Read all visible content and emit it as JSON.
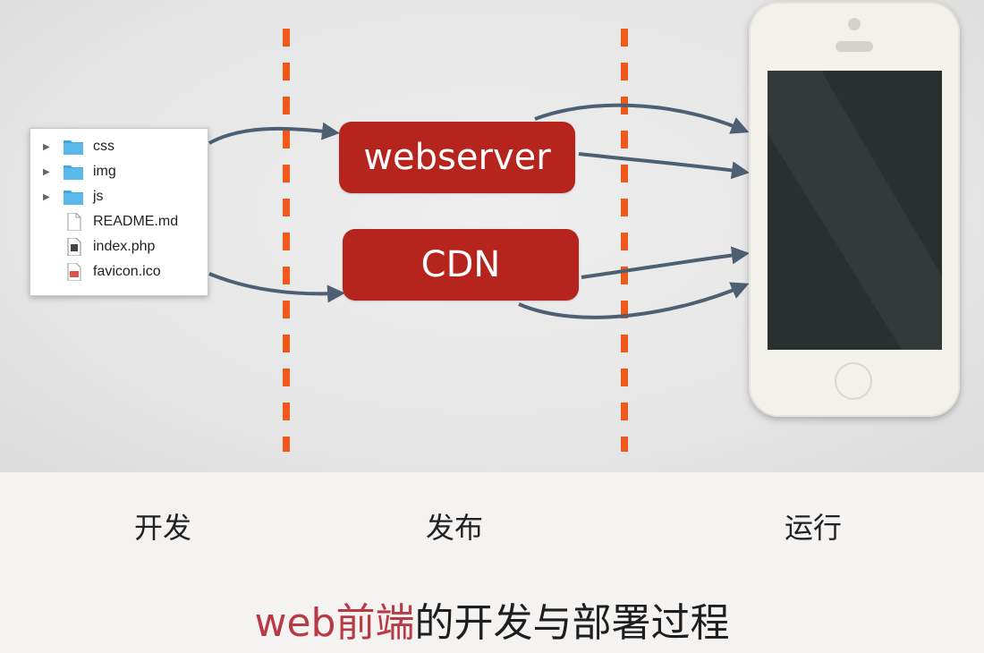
{
  "files": [
    {
      "name": "css",
      "type": "folder"
    },
    {
      "name": "img",
      "type": "folder"
    },
    {
      "name": "js",
      "type": "folder"
    },
    {
      "name": "README.md",
      "type": "file"
    },
    {
      "name": "index.php",
      "type": "php-file"
    },
    {
      "name": "favicon.ico",
      "type": "ico-file"
    }
  ],
  "boxes": {
    "webserver": "webserver",
    "cdn": "CDN"
  },
  "stages": {
    "dev": "开发",
    "publish": "发布",
    "run": "运行"
  },
  "caption": {
    "highlight": "web前端",
    "rest": "的开发与部署过程"
  },
  "colors": {
    "accent_red": "#b6241e",
    "arrow": "#4d5f72",
    "divider": "#ef5a1c",
    "caption_highlight": "#b83a45"
  }
}
